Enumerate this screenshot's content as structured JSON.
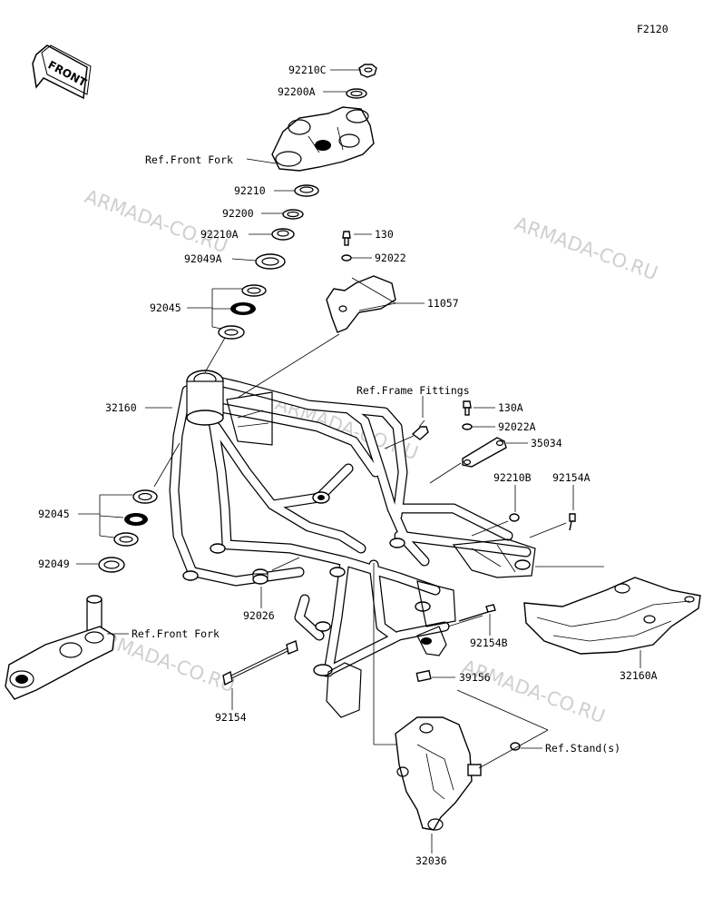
{
  "figure_code": "F2120",
  "front_badge": "FRONT",
  "watermark": "ARMADA-CO.RU",
  "callouts": {
    "p92210C": "92210C",
    "p92200A": "92200A",
    "ref_front_fork_top": "Ref.Front Fork",
    "p92210": "92210",
    "p92200": "92200",
    "p92210A": "92210A",
    "p92049A": "92049A",
    "p130": "130",
    "p92022": "92022",
    "p92045_top": "92045",
    "p11057": "11057",
    "ref_frame_fittings": "Ref.Frame Fittings",
    "p130A": "130A",
    "p92022A": "92022A",
    "p35034": "35034",
    "p32160": "32160",
    "p92210B": "92210B",
    "p92154A": "92154A",
    "p92045_bottom": "92045",
    "p92049": "92049",
    "p92026": "92026",
    "ref_front_fork_bottom": "Ref.Front Fork",
    "p92154B": "92154B",
    "p32160A": "32160A",
    "p39156": "39156",
    "p92154": "92154",
    "ref_stands": "Ref.Stand(s)",
    "p32036": "32036"
  }
}
